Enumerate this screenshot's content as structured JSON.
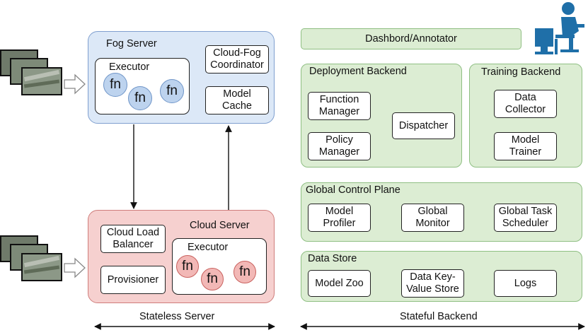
{
  "fog_server": {
    "title": "Fog Server",
    "executor_label": "Executor",
    "fn_labels": [
      "fn",
      "fn",
      "fn"
    ],
    "coordinator_label": "Cloud-Fog Coordinator",
    "model_cache_label": "Model Cache"
  },
  "cloud_server": {
    "title": "Cloud Server",
    "load_balancer_label": "Cloud Load Balancer",
    "provisioner_label": "Provisioner",
    "executor_label": "Executor",
    "fn_labels": [
      "fn",
      "fn",
      "fn"
    ]
  },
  "dashboard": {
    "label": "Dashbord/Annotator"
  },
  "deployment_backend": {
    "title": "Deployment Backend",
    "function_manager_label": "Function Manager",
    "policy_manager_label": "Policy Manager",
    "dispatcher_label": "Dispatcher"
  },
  "training_backend": {
    "title": "Training Backend",
    "data_collector_label": "Data Collector",
    "model_trainer_label": "Model Trainer"
  },
  "global_control_plane": {
    "title": "Global Control Plane",
    "model_profiler_label": "Model Profiler",
    "global_monitor_label": "Global Monitor",
    "global_task_scheduler_label": "Global Task Scheduler"
  },
  "data_store": {
    "title": "Data Store",
    "model_zoo_label": "Model Zoo",
    "kv_store_label": "Data Key-Value Store",
    "logs_label": "Logs"
  },
  "bottom": {
    "stateless_label": "Stateless Server",
    "stateful_label": "Stateful Backend"
  },
  "colors": {
    "fog_fill": "#dce8f7",
    "cloud_fill": "#f6d0cf",
    "backend_fill": "#dcedd3",
    "user_icon": "#1f6fa8"
  }
}
